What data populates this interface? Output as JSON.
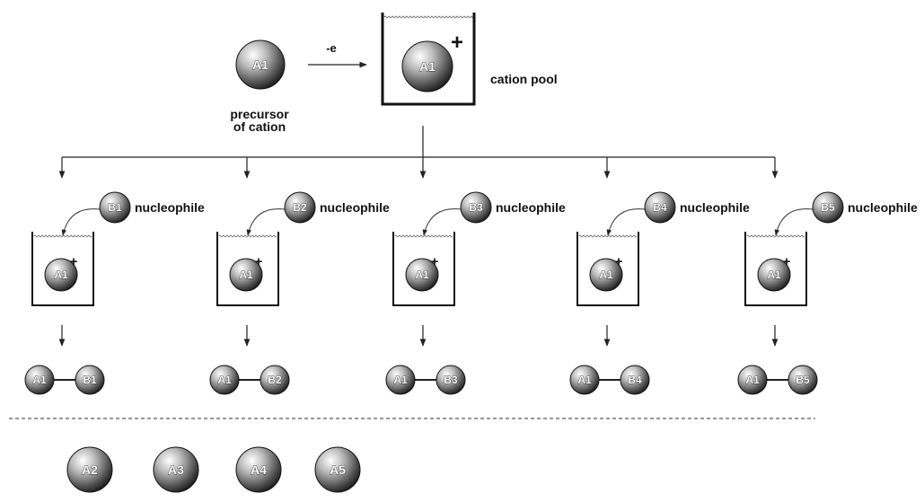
{
  "top": {
    "precursor": "A1",
    "arrow_label": "-e",
    "pool_cation": "A1",
    "pool_charge": "+",
    "pool_label": "cation pool",
    "precursor_caption_1": "precursor",
    "precursor_caption_2": "of cation"
  },
  "branches": [
    {
      "nucleophile": "B1",
      "nucleophile_label": "nucleophile",
      "cation": "A1",
      "product_left": "A1",
      "product_right": "B1"
    },
    {
      "nucleophile": "B2",
      "nucleophile_label": "nucleophile",
      "cation": "A1",
      "product_left": "A1",
      "product_right": "B2"
    },
    {
      "nucleophile": "B3",
      "nucleophile_label": "nucleophile",
      "cation": "A1",
      "product_left": "A1",
      "product_right": "B3"
    },
    {
      "nucleophile": "B4",
      "nucleophile_label": "nucleophile",
      "cation": "A1",
      "product_left": "A1",
      "product_right": "B4"
    },
    {
      "nucleophile": "B5",
      "nucleophile_label": "nucleophile",
      "cation": "A1",
      "product_left": "A1",
      "product_right": "B5"
    }
  ],
  "small_charge": "+",
  "other_precursors": [
    "A2",
    "A3",
    "A4",
    "A5"
  ]
}
